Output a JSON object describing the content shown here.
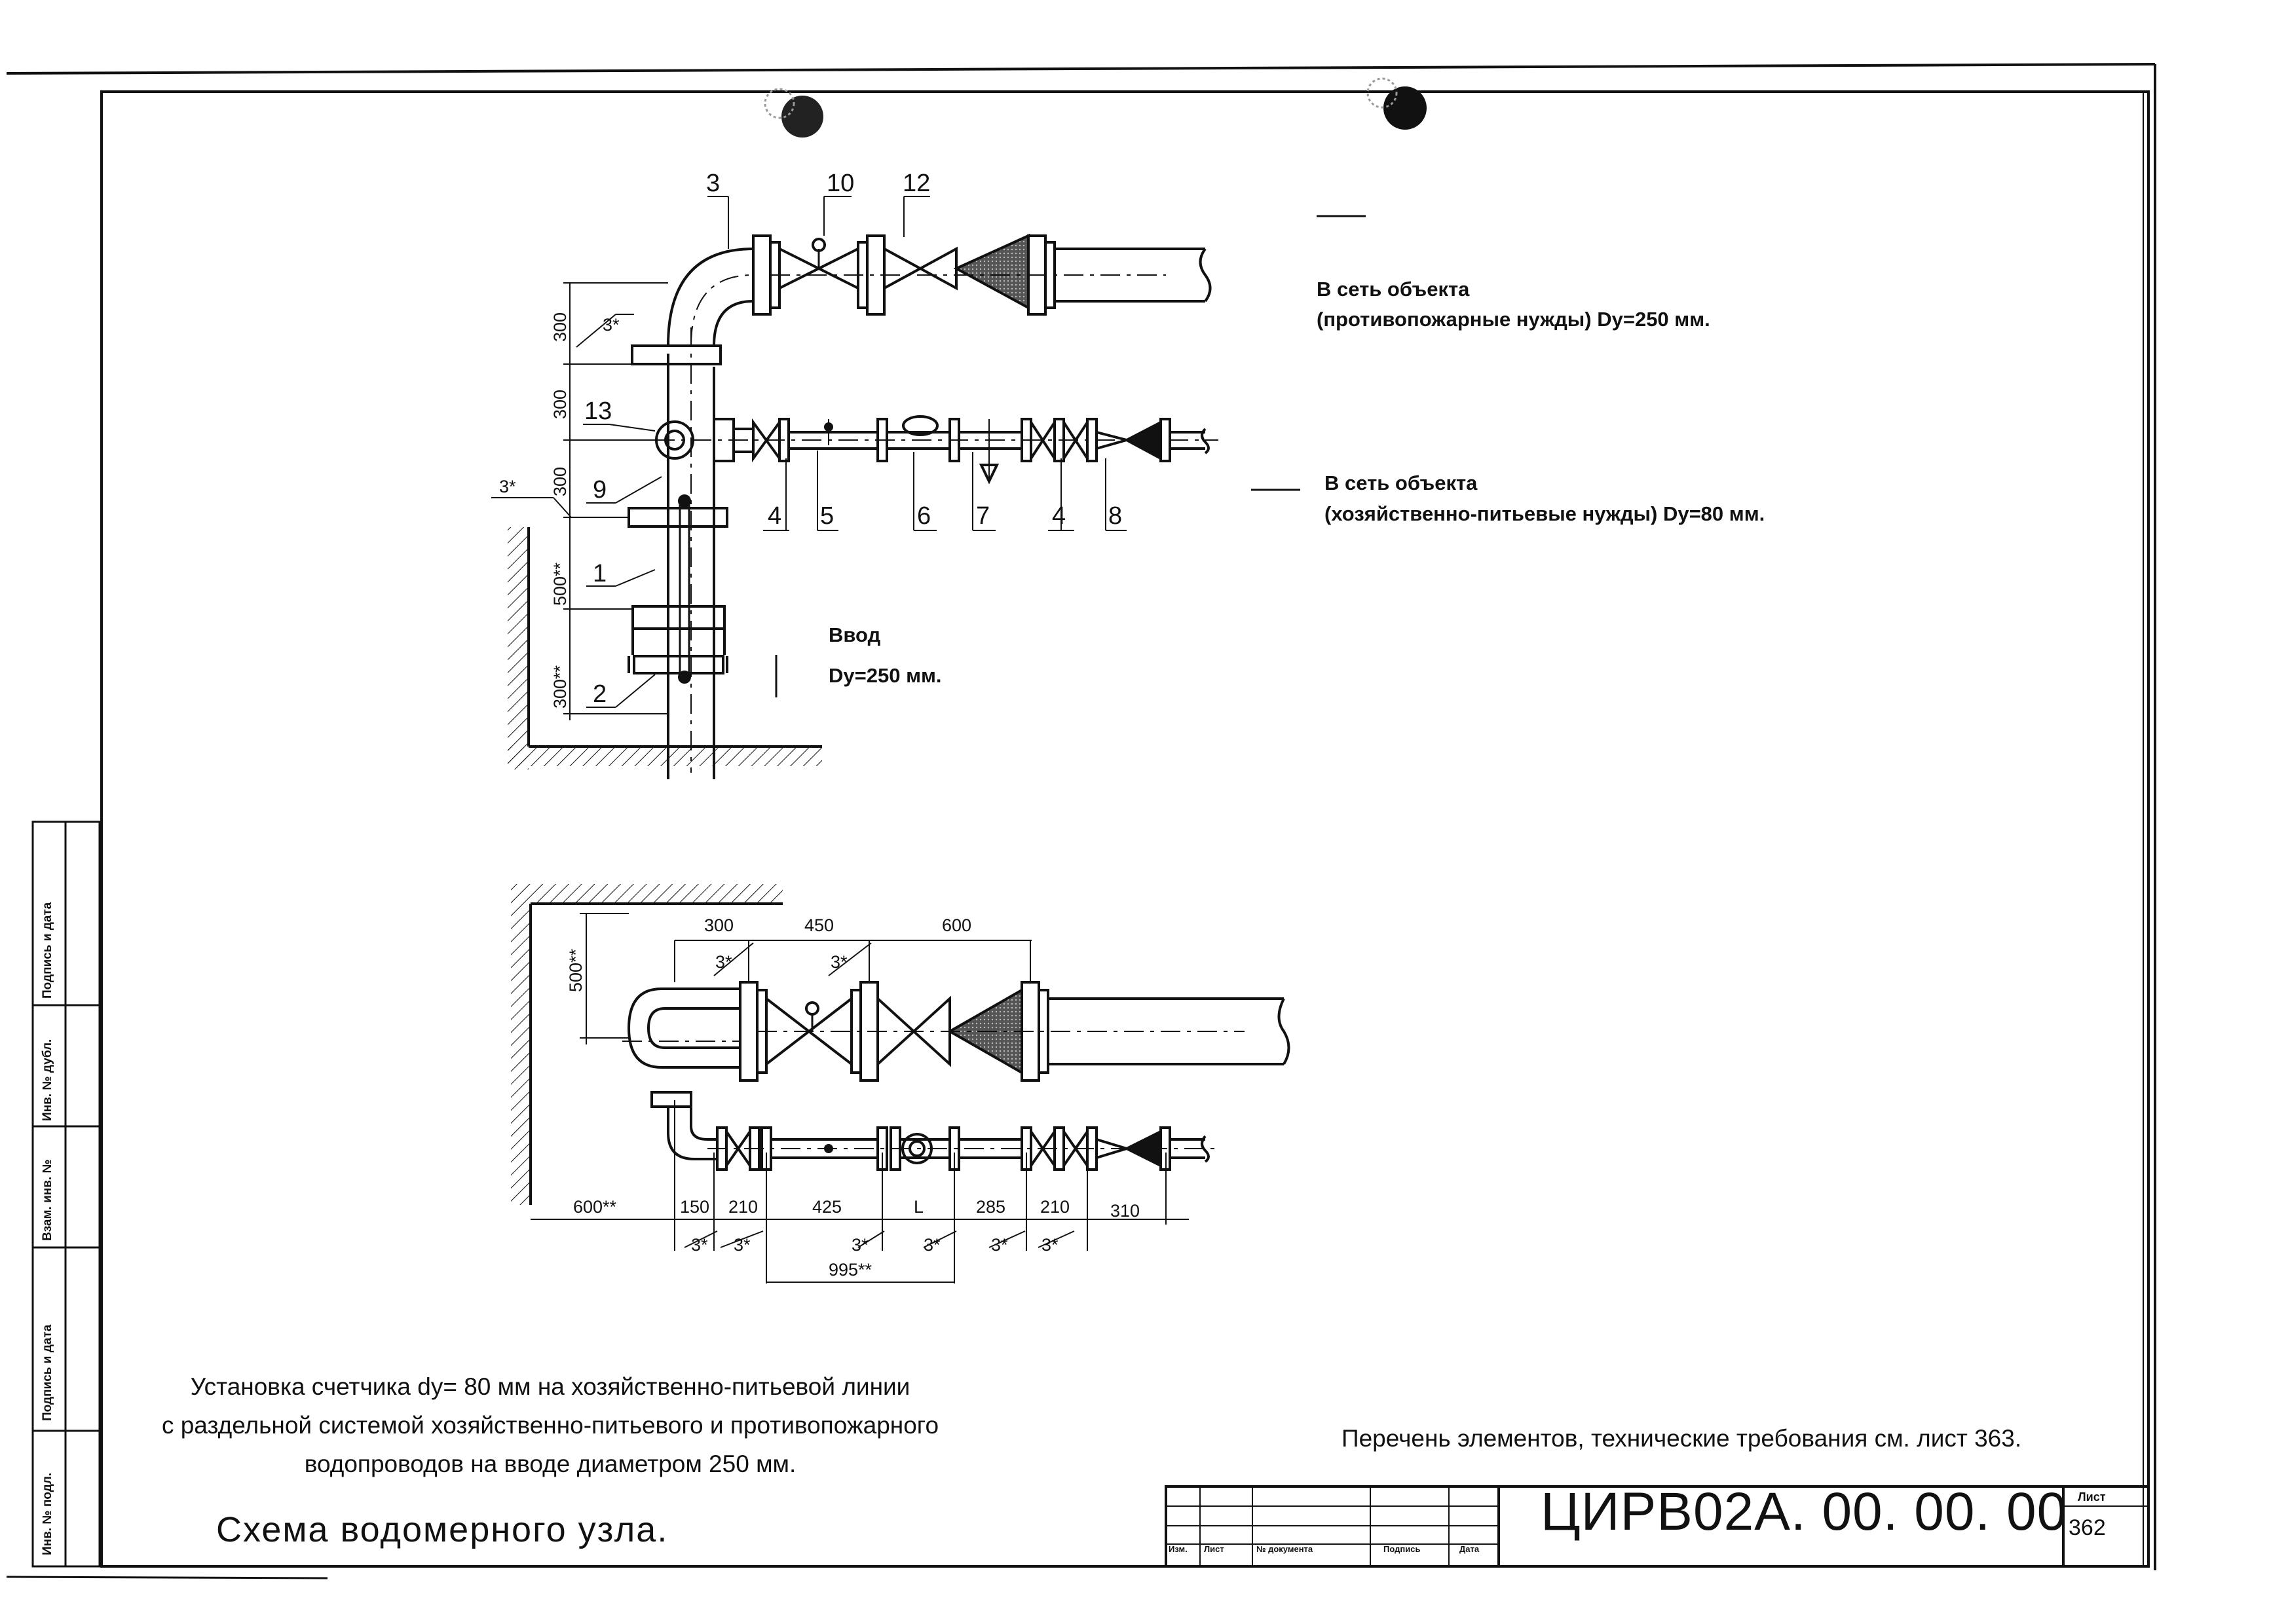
{
  "callouts": {
    "c3": "3",
    "c10": "10",
    "c12": "12",
    "c13": "13",
    "c9": "9",
    "c1": "1",
    "c2": "2",
    "c4a": "4",
    "c5": "5",
    "c6": "6",
    "c7": "7",
    "c4b": "4",
    "c8": "8"
  },
  "top_dimensions": {
    "d300a": "300",
    "d300b": "300",
    "d300c": "300",
    "d500": "500**",
    "d300d": "300**",
    "angle_top": "3*",
    "angle_left": "3*"
  },
  "outlets": {
    "fire_line1": "В сеть объекта",
    "fire_line2": "(противопожарные нужды) Dy=250 мм.",
    "domestic_line1": "В сеть объекта",
    "domestic_line2": "(хозяйственно-питьевые нужды) Dy=80 мм."
  },
  "inlet": {
    "line1": "Ввод",
    "line2": "Dy=250 мм."
  },
  "plan_dimensions": {
    "top300": "300",
    "top450": "450",
    "top600": "600",
    "left500": "500**",
    "a1": "3*",
    "a2": "3*",
    "b600": "600**",
    "b150": "150",
    "b210a": "210",
    "b425": "425",
    "bL": "L",
    "b285": "285",
    "b210b": "210",
    "b310": "310",
    "s1": "3*",
    "s2": "3*",
    "s3": "3*",
    "s4": "3*",
    "s5": "3*",
    "s6": "3*",
    "b995": "995**"
  },
  "caption": {
    "line1": "Установка счетчика dy= 80 мм  на хозяйственно-питьевой линии",
    "line2": "с раздельной  системой хозяйственно-питьевого и противопожарного",
    "line3": "водопроводов на вводе диаметром 250 мм.",
    "title": "Схема водомерного узла."
  },
  "reference_note": "Перечень элементов, технические требования см. лист 363.",
  "title_block": {
    "code": "ЦИРВ02А. 00. 00. 00",
    "sheet_label": "Лист",
    "sheet_number": "362",
    "columns": [
      "Изм.",
      "Лист",
      "№ документа",
      "Подпись",
      "Дата"
    ]
  },
  "side_stamp": [
    "Инв. № подл.",
    "Подпись и дата",
    "Взам. инв. №",
    "Инв. № дубл.",
    "Подпись и дата"
  ]
}
